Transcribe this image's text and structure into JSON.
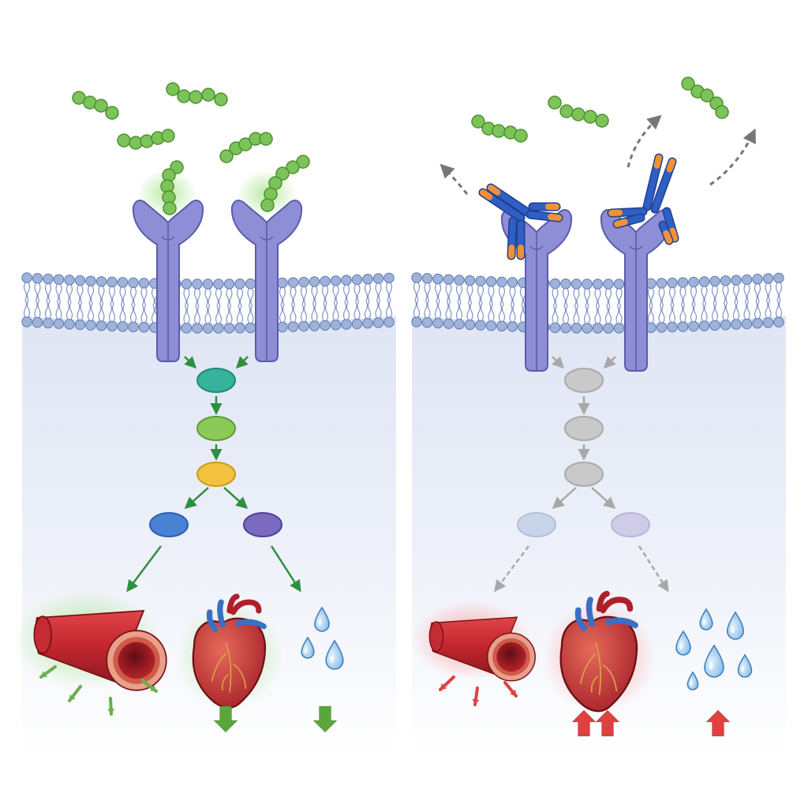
{
  "figure": {
    "panels": [
      {
        "id": "left",
        "state": "active",
        "ligands": 6,
        "receptors": 2,
        "receptor_state": "ligand-bound",
        "pathway_colors": [
          "#35b39c",
          "#8cc85a",
          "#f2c23e",
          "#4a82d6",
          "#7a6ac0"
        ],
        "arrow_color": "#2e8f3e",
        "outcomes": [
          {
            "organ": "blood-vessel",
            "effect": "dilation",
            "marker_color": "#6ab04c"
          },
          {
            "organ": "heart",
            "effect": "decrease",
            "marker_color": "#5aa63a"
          },
          {
            "organ": "fluid",
            "effect": "decrease",
            "marker_color": "#5aa63a"
          }
        ]
      },
      {
        "id": "right",
        "state": "blocked",
        "ligands": 3,
        "receptors": 2,
        "receptor_state": "antibody-blocked",
        "pathway_colors": [
          "#c9c9c9",
          "#c9c9c9",
          "#c9c9c9",
          "#c9d4ea",
          "#d0cbe6"
        ],
        "arrow_color": "#a8a8a8",
        "outcomes": [
          {
            "organ": "blood-vessel",
            "effect": "constriction",
            "marker_color": "#e04040"
          },
          {
            "organ": "heart",
            "effect": "increase",
            "marker_color": "#e04040"
          },
          {
            "organ": "fluid",
            "effect": "increase",
            "marker_color": "#e04040"
          }
        ]
      }
    ],
    "colors": {
      "ligand": "#7cc45a",
      "receptor": "#8e8ed6",
      "membrane_head": "#9fb3d9",
      "antibody_heavy": "#2f5fc4",
      "antibody_tip": "#f0913a",
      "cytoplasm": "#e6eaf6"
    }
  }
}
